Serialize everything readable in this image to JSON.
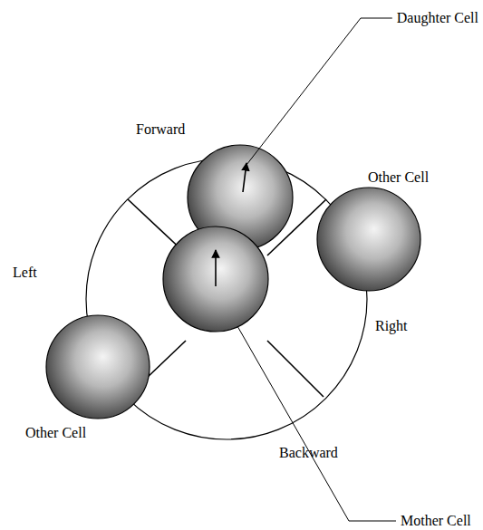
{
  "diagram": {
    "labels": [
      "Daughter Cell",
      "Forward",
      "Other Cell",
      "Left",
      "Right",
      "Other Cell",
      "Backward",
      "Mother Cell"
    ]
  }
}
